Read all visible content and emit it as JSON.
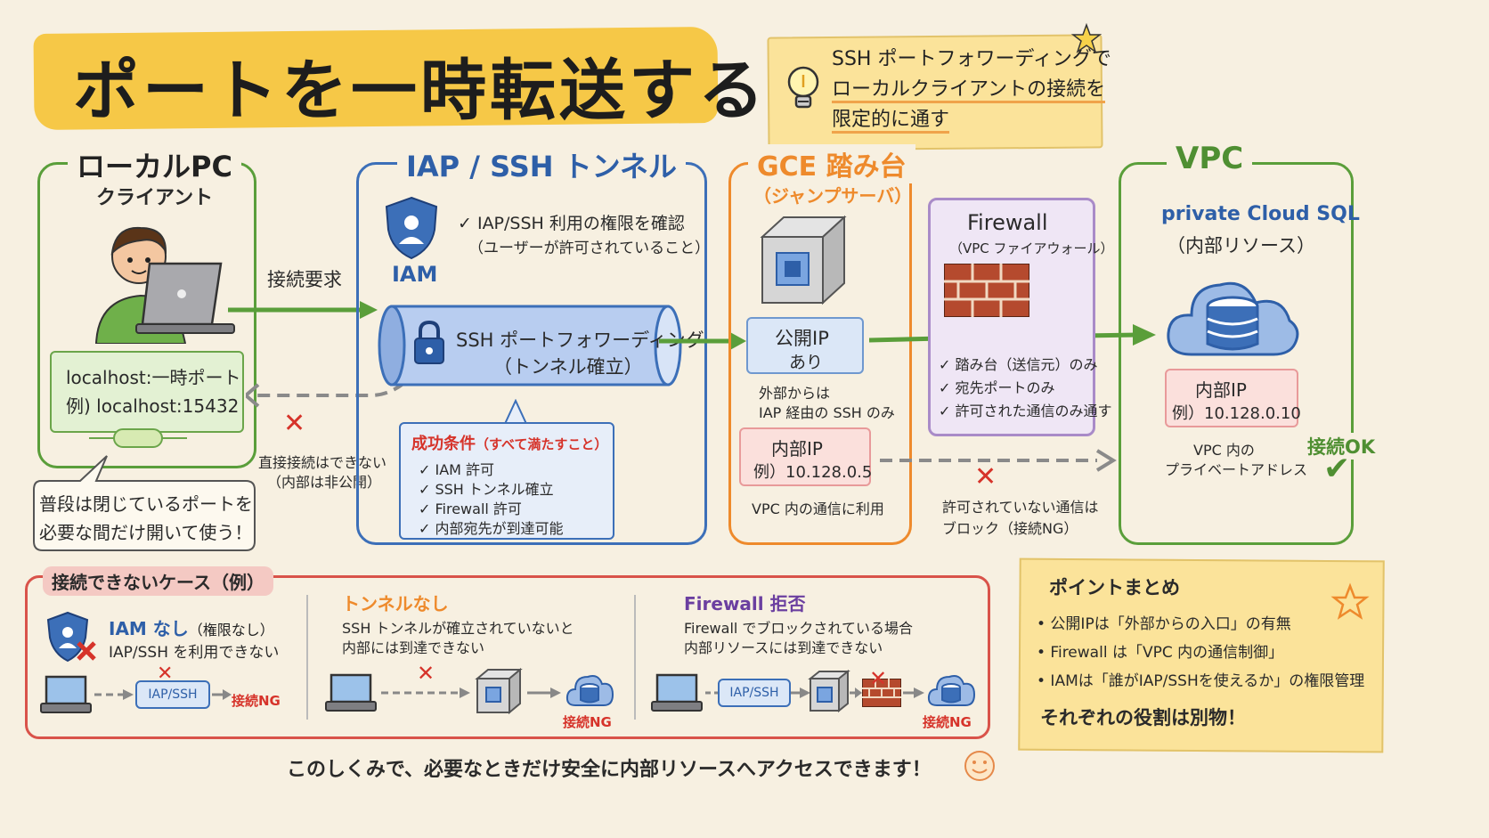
{
  "title": "ポートを一時転送する",
  "top_note": {
    "line1": "SSH ポートフォワーディングで",
    "line2": "ローカルクライアントの接続を",
    "line3": "限定的に通す"
  },
  "local_pc": {
    "title": "ローカルPC",
    "subtitle": "クライアント",
    "port_line1": "localhost:一時ポート",
    "port_line2": "例) localhost:15432",
    "request_label": "接続要求",
    "bubble_line1": "普段は閉じているポートを",
    "bubble_line2": "必要な間だけ開いて使う！",
    "no_direct_line1": "直接接続はできない",
    "no_direct_line2": "（内部は非公開）"
  },
  "iap": {
    "title": "IAP / SSH トンネル",
    "iam_label": "IAM",
    "check_line1": "✓ IAP/SSH 利用の権限を確認",
    "check_line2": "（ユーザーが許可されていること）",
    "tunnel_line1": "SSH ポートフォワーディング",
    "tunnel_line2": "（トンネル確立）",
    "success_title": "成功条件",
    "success_note": "（すべて満たすこと）",
    "success_items": [
      "✓ IAM 許可",
      "✓ SSH トンネル確立",
      "✓ Firewall 許可",
      "✓ 内部宛先が到達可能"
    ]
  },
  "gce": {
    "title": "GCE 踏み台",
    "subtitle": "（ジャンプサーバ）",
    "public_ip_line1": "公開IP",
    "public_ip_line2": "あり",
    "public_note1": "外部からは",
    "public_note2": "IAP 経由の SSH のみ",
    "internal_ip_title": "内部IP",
    "internal_ip_value": "例）10.128.0.5",
    "internal_note": "VPC 内の通信に利用"
  },
  "firewall": {
    "title": "Firewall",
    "subtitle": "（VPC ファイアウォール）",
    "rules": [
      "✓ 踏み台（送信元）のみ",
      "✓ 宛先ポートのみ",
      "✓ 許可された通信のみ通す"
    ],
    "block_line1": "許可されていない通信は",
    "block_line2": "ブロック（接続NG）"
  },
  "vpc": {
    "title": "VPC",
    "sql_title": "private Cloud SQL",
    "sql_subtitle": "（内部リソース）",
    "ip_title": "内部IP",
    "ip_value": "例）10.128.0.10",
    "note1": "VPC 内の",
    "note2": "プライベートアドレス",
    "ok_label": "接続OK"
  },
  "cases": {
    "title": "接続できないケース（例）",
    "iam": {
      "title": "IAM なし",
      "title_note": "（権限なし）",
      "desc": "IAP/SSH を利用できない",
      "chip": "IAP/SSH",
      "ng": "接続NG"
    },
    "tunnel": {
      "title": "トンネルなし",
      "desc1": "SSH トンネルが確立されていないと",
      "desc2": "内部には到達できない",
      "ng": "接続NG"
    },
    "firewall": {
      "title": "Firewall 拒否",
      "desc1": "Firewall でブロックされている場合",
      "desc2": "内部リソースには到達できない",
      "chip": "IAP/SSH",
      "ng": "接続NG"
    }
  },
  "summary": {
    "title": "ポイントまとめ",
    "items": [
      "• 公開IPは「外部からの入口」の有無",
      "• Firewall は「VPC 内の通信制御」",
      "• IAMは「誰がIAP/SSHを使えるか」の権限管理"
    ],
    "conclusion": "それぞれの役割は別物！"
  },
  "footer": "このしくみで、必要なときだけ安全に内部リソースへアクセスできます！",
  "colors": {
    "green": "#5a9e3a",
    "blue": "#3c6fb8",
    "orange": "#ee8a2c",
    "purple": "#a98bc8",
    "red": "#d6332a"
  }
}
